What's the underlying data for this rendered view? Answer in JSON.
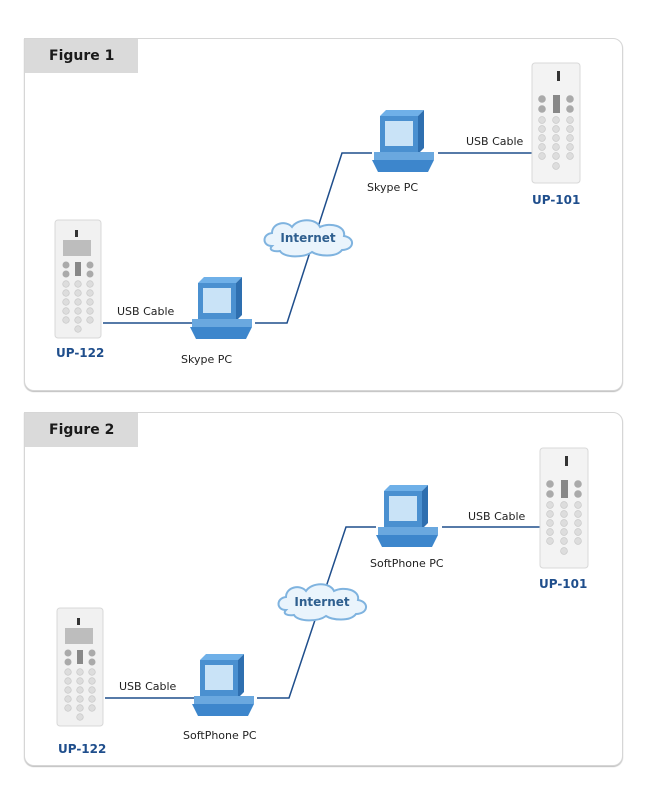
{
  "figures": [
    {
      "title": "Figure 1",
      "left_device": "UP-122",
      "left_cable": "USB Cable",
      "left_pc": "Skype PC",
      "network": "Internet",
      "right_pc": "Skype PC",
      "right_cable": "USB Cable",
      "right_device": "UP-101"
    },
    {
      "title": "Figure 2",
      "left_device": "UP-122",
      "left_cable": "USB Cable",
      "left_pc": "SoftPhone PC",
      "network": "Internet",
      "right_pc": "SoftPhone PC",
      "right_cable": "USB Cable",
      "right_device": "UP-101"
    }
  ],
  "colors": {
    "line": "#1f4e8c",
    "pc_blue": "#4a90d0",
    "device_label": "#1f4e8c",
    "tab_bg": "#dadada"
  }
}
